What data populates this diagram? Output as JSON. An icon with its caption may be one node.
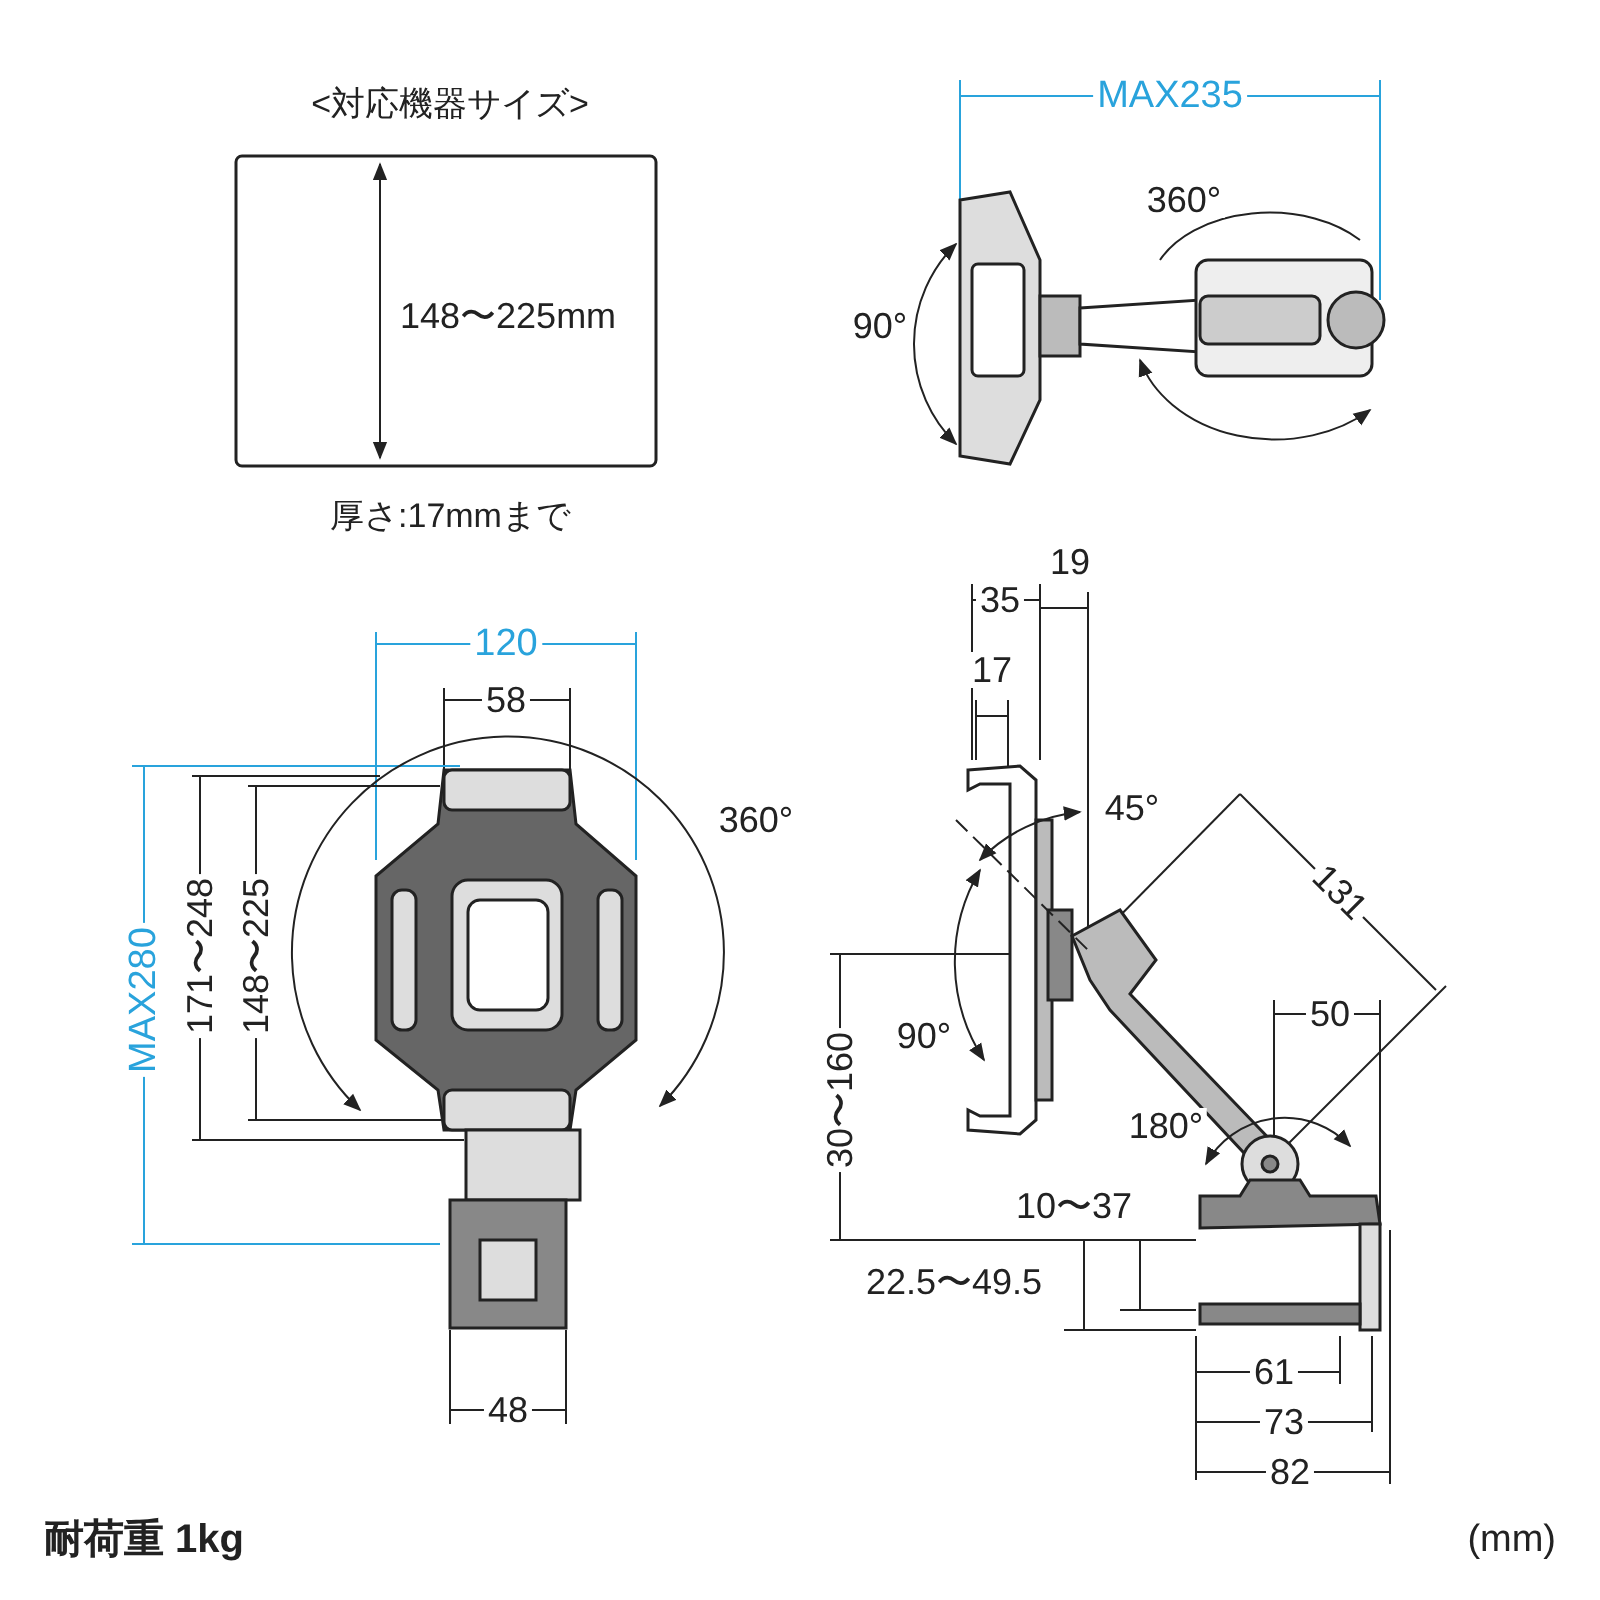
{
  "diagram": {
    "labels": [
      "<対応機器サイズ>",
      "148〜225mm",
      "厚さ:17mmまで",
      "MAX235",
      "360°",
      "90°",
      "120",
      "58",
      "360°",
      "MAX280",
      "171〜248",
      "148〜225",
      "48",
      "19",
      "35",
      "17",
      "45°",
      "131",
      "90°",
      "50",
      "30〜160",
      "180°",
      "10〜37",
      "22.5〜49.5",
      "61",
      "73",
      "82",
      "耐荷重 1kg",
      "(mm)"
    ]
  }
}
